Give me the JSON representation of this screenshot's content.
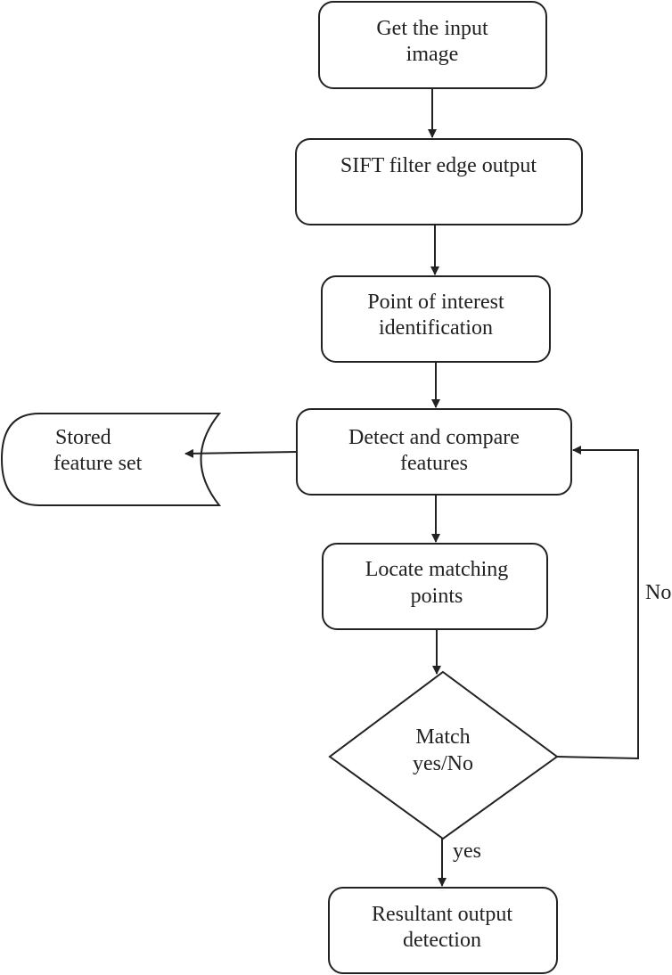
{
  "colors": {
    "stroke": "#222222",
    "text": "#222222",
    "background": "#ffffff"
  },
  "nodes": {
    "get_input": {
      "line1": "Get the input",
      "line2": "image"
    },
    "sift": {
      "line1": "SIFT filter edge output"
    },
    "poi": {
      "line1": "Point of interest",
      "line2": "identification"
    },
    "detect": {
      "line1": "Detect and compare",
      "line2": "features"
    },
    "stored": {
      "line1": "Stored",
      "line2": "feature set"
    },
    "locate": {
      "line1": "Locate matching",
      "line2": "points"
    },
    "match": {
      "line1": "Match",
      "line2": "yes/No"
    },
    "result": {
      "line1": "Resultant output",
      "line2": "detection"
    }
  },
  "edges": {
    "no_label": "No",
    "yes_label": "yes"
  }
}
